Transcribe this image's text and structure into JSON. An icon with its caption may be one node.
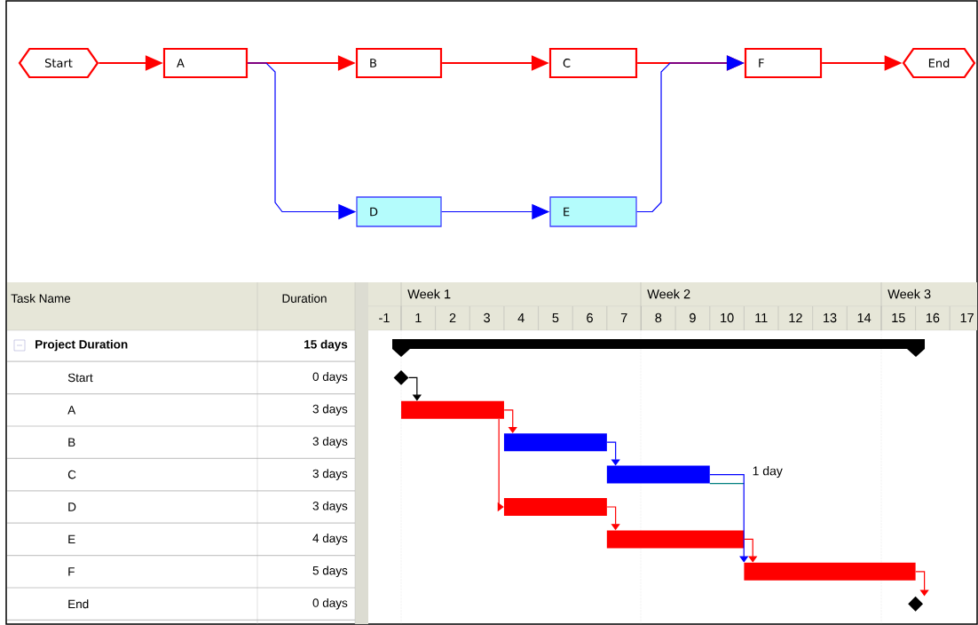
{
  "diagram": {
    "nodes": [
      {
        "text": [
          "Start"
        ]
      },
      {
        "text": [
          "A"
        ]
      },
      {
        "text": [
          "B"
        ]
      },
      {
        "text": [
          "C"
        ]
      },
      {
        "text": [
          "F"
        ]
      },
      {
        "text": [
          "End"
        ]
      },
      {
        "text": [
          "D"
        ]
      },
      {
        "text": [
          "E"
        ]
      },
      {
        "text": [],
        "shape": "bar"
      },
      {
        "text": [],
        "shape": "diamond"
      },
      {
        "text": [],
        "shape": "bar"
      },
      {
        "text": [],
        "shape": "bar"
      },
      {
        "text": [],
        "shape": "bar",
        "beside": [
          "1 day"
        ]
      },
      {
        "text": [],
        "shape": "bar"
      },
      {
        "text": [],
        "shape": "bar"
      },
      {
        "text": [],
        "shape": "bar"
      },
      {
        "text": [],
        "shape": "diamond"
      }
    ],
    "edges": [
      {
        "from": 0,
        "to": 1,
        "arrow": "to"
      },
      {
        "from": 1,
        "to": 2,
        "arrow": "to"
      },
      {
        "from": 2,
        "to": 3,
        "arrow": "to"
      },
      {
        "from": 3,
        "to": 4,
        "arrow": "to"
      },
      {
        "from": 4,
        "to": 5,
        "arrow": "to"
      },
      {
        "from": 1,
        "to": 6,
        "arrow": "to",
        "color": "#0000ff"
      },
      {
        "from": 6,
        "to": 7,
        "arrow": "to",
        "color": "#0000ff"
      },
      {
        "from": 7,
        "to": 4,
        "arrow": "to",
        "color": "#0000ff"
      },
      {
        "from": 9,
        "to": 10,
        "arrow": "to",
        "color": "#000000"
      },
      {
        "from": 10,
        "to": 11,
        "arrow": "to"
      },
      {
        "from": 10,
        "to": 13,
        "arrow": "to"
      },
      {
        "from": 11,
        "to": 12,
        "arrow": "to",
        "color": "#0000ff"
      },
      {
        "from": 12,
        "to": 15,
        "arrow": "to",
        "color": "#0000ff"
      },
      {
        "from": 13,
        "to": 14,
        "arrow": "to"
      },
      {
        "from": 14,
        "to": 15,
        "arrow": "to"
      },
      {
        "from": 15,
        "to": 16,
        "arrow": "to"
      }
    ],
    "labels": [
      "Task Name",
      "Duration",
      "Week 1",
      "Week 2",
      "Week 3",
      "-1",
      "1",
      "2",
      "3",
      "4",
      "5",
      "6",
      "7",
      "8",
      "9",
      "10",
      "11",
      "12",
      "13",
      "14",
      "15",
      "16",
      "17",
      "Project Duration",
      "15 days",
      "Start",
      "0 days",
      "A",
      "3 days",
      "B",
      "3 days",
      "C",
      "3 days",
      "D",
      "3 days",
      "E",
      "4 days",
      "F",
      "5 days",
      "End",
      "0 days"
    ]
  }
}
